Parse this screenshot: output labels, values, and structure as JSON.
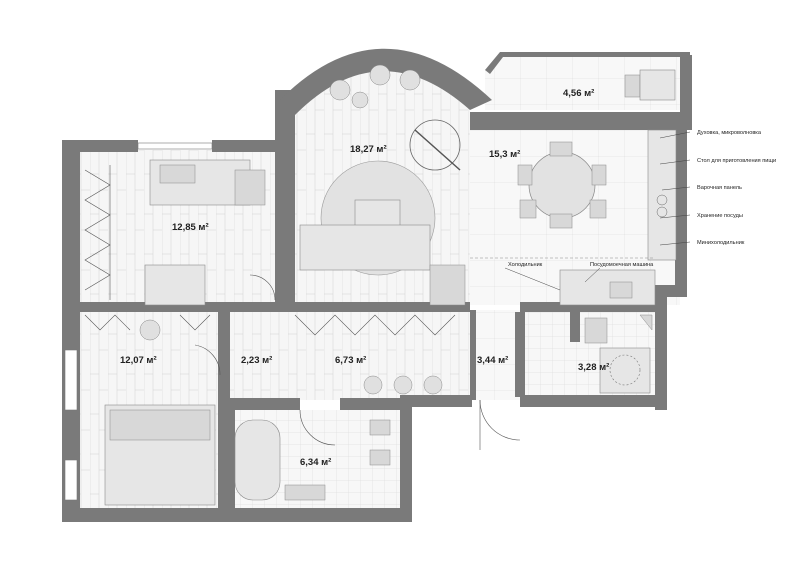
{
  "room_areas": [
    {
      "id": "living",
      "label": "18,27 м²"
    },
    {
      "id": "kitchen",
      "label": "15,3 м²"
    },
    {
      "id": "balcony",
      "label": "4,56 м²"
    },
    {
      "id": "bedroom-top",
      "label": "12,85 м²"
    },
    {
      "id": "bedroom-bottom",
      "label": "12,07 м²"
    },
    {
      "id": "closet",
      "label": "2,23 м²"
    },
    {
      "id": "hall",
      "label": "6,73 м²"
    },
    {
      "id": "entry",
      "label": "3,44 м²"
    },
    {
      "id": "wc",
      "label": "3,28 м²"
    },
    {
      "id": "bathroom",
      "label": "6,34 м²"
    }
  ],
  "annotations": {
    "oven": "Духовка, микроволновка",
    "prep_table": "Стол для приготовления пищи",
    "hob": "Варочная панель",
    "dish_storage": "Хранение посуды",
    "fridge_right": "Минихолодильник",
    "fridge": "Холодильник",
    "dishwasher": "Посудомоечная машина"
  },
  "colors": {
    "wall": "#7a7a7a",
    "floor": "#f4f4f4",
    "furniture": "#e6e6e6"
  }
}
